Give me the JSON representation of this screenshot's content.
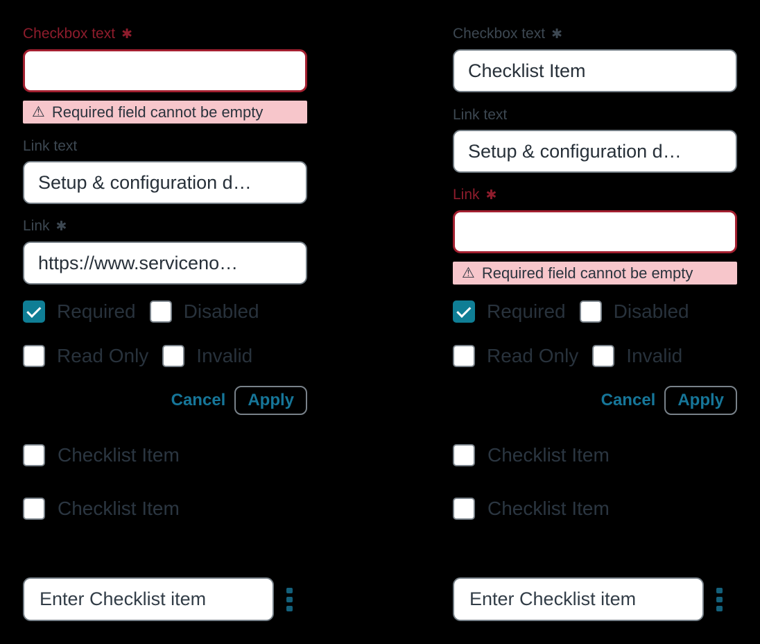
{
  "icons": {
    "required_marker": "✱",
    "warning": "⚠",
    "kebab": "kebab-menu-icon",
    "check": "check-icon"
  },
  "colors": {
    "background": "#000000",
    "label": "#3d4852",
    "invalid_label": "#8e1c2c",
    "invalid_border": "#a32030",
    "input_border": "#747e86",
    "input_text": "#273039",
    "error_background": "#f7c6cb",
    "error_text": "#2a333d",
    "checkbox_checked": "#0f7e95",
    "button_text": "#167699",
    "kebab_dot": "#14607b"
  },
  "panels": [
    {
      "fields": [
        {
          "label": "Checkbox text",
          "required": true,
          "invalid": true,
          "value": "",
          "error": "Required field cannot be empty"
        },
        {
          "label": "Link text",
          "required": false,
          "invalid": false,
          "value": "Setup & configuration d…"
        },
        {
          "label": "Link",
          "required": true,
          "invalid": false,
          "value": "https://www.serviceno…"
        }
      ],
      "options": [
        {
          "label": "Required",
          "checked": true
        },
        {
          "label": "Disabled",
          "checked": false
        },
        {
          "label": "Read Only",
          "checked": false
        },
        {
          "label": "Invalid",
          "checked": false
        }
      ],
      "buttons": {
        "cancel": "Cancel",
        "apply": "Apply"
      },
      "checklist_items": [
        {
          "label": "Checklist Item",
          "checked": false
        },
        {
          "label": "Checklist Item",
          "checked": false
        }
      ],
      "new_item": {
        "value": "Enter Checklist item"
      }
    },
    {
      "fields": [
        {
          "label": "Checkbox text",
          "required": true,
          "invalid": false,
          "value": "Checklist Item"
        },
        {
          "label": "Link text",
          "required": false,
          "invalid": false,
          "value": "Setup & configuration d…"
        },
        {
          "label": "Link",
          "required": true,
          "invalid": true,
          "value": "",
          "error": "Required field cannot be empty"
        }
      ],
      "options": [
        {
          "label": "Required",
          "checked": true
        },
        {
          "label": "Disabled",
          "checked": false
        },
        {
          "label": "Read Only",
          "checked": false
        },
        {
          "label": "Invalid",
          "checked": false
        }
      ],
      "buttons": {
        "cancel": "Cancel",
        "apply": "Apply"
      },
      "checklist_items": [
        {
          "label": "Checklist Item",
          "checked": false
        },
        {
          "label": "Checklist Item",
          "checked": false
        }
      ],
      "new_item": {
        "value": "Enter Checklist item"
      }
    }
  ]
}
